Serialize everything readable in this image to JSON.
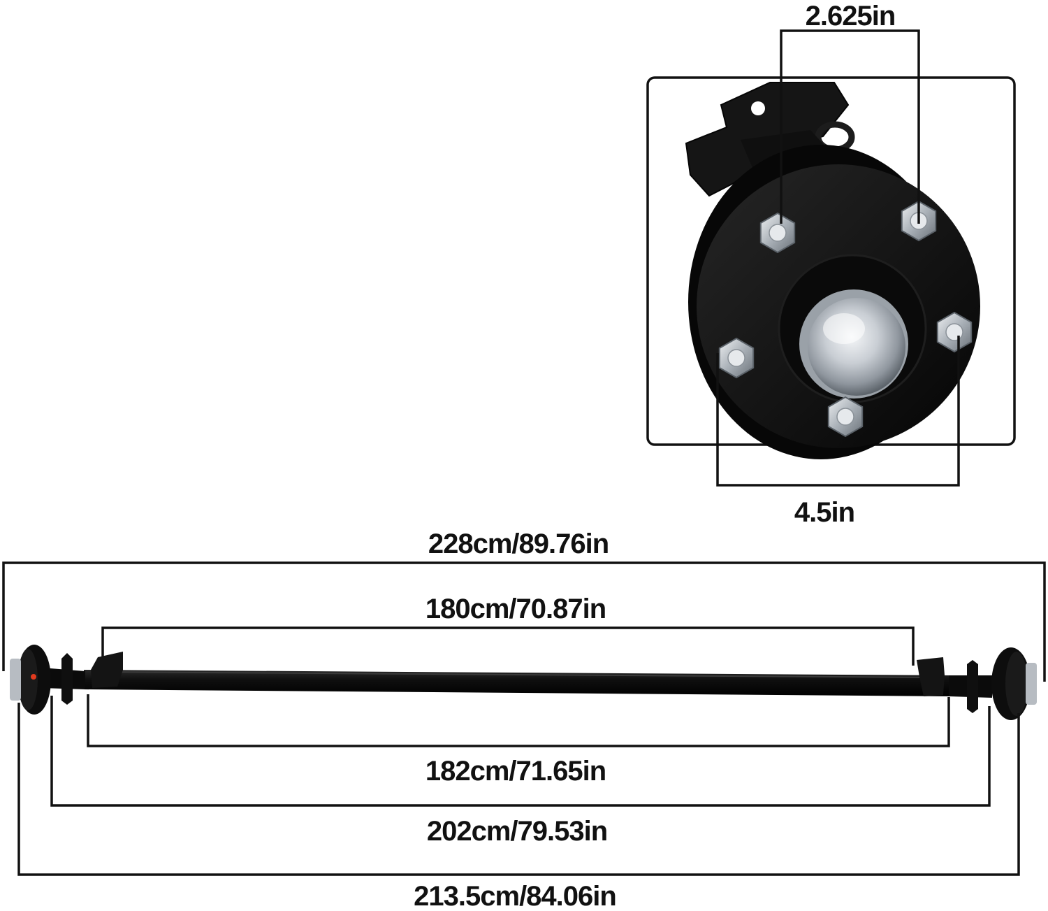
{
  "hub_detail": {
    "bolt_spacing_label": "2.625in",
    "bolt_circle_label": "4.5in",
    "bolt_count": 5
  },
  "axle_dimensions": {
    "overall_label": "228cm/89.76in",
    "spring_seat_label": "180cm/70.87in",
    "tube_label": "182cm/71.65in",
    "brake_flange_label": "202cm/79.53in",
    "hub_face_label": "213.5cm/84.06in"
  },
  "colors": {
    "line": "#111111",
    "axle_body": "#0b0b0b",
    "hub_body": "#0d0d0d",
    "chrome": "#c9ced4",
    "chrome_highlight": "#f2f4f6",
    "background": "#ffffff"
  }
}
